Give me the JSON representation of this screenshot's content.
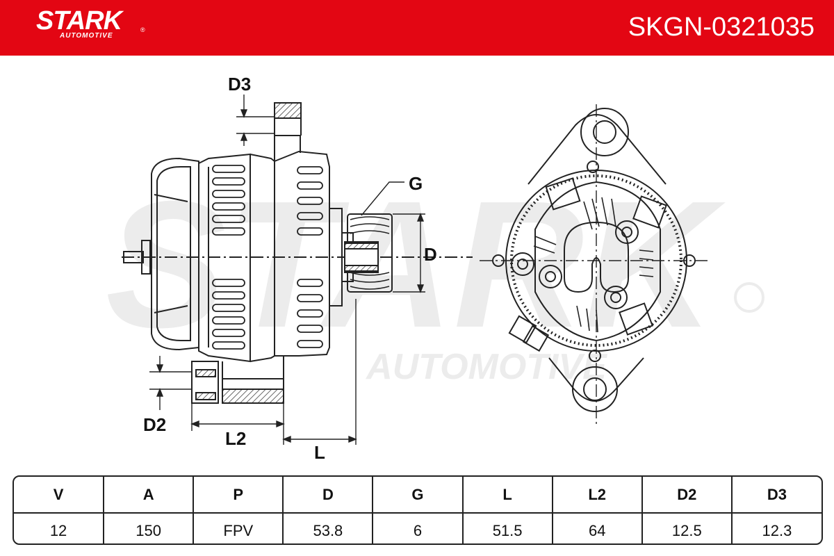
{
  "brand": {
    "name": "STARK",
    "sub": "AUTOMOTIVE",
    "reg": "®"
  },
  "part_number": "SKGN-0321035",
  "watermark": {
    "main": "STARK",
    "sub": "AUTOMOTIVE"
  },
  "dimension_labels": {
    "d3": "D3",
    "g": "G",
    "d": "D",
    "d2": "D2",
    "l2": "L2",
    "l": "L"
  },
  "colors": {
    "header": "#e30613",
    "line": "#222222",
    "watermark": "#ececec"
  },
  "specs": {
    "headers": [
      "V",
      "A",
      "P",
      "D",
      "G",
      "L",
      "L2",
      "D2",
      "D3"
    ],
    "values": [
      "12",
      "150",
      "FPV",
      "53.8",
      "6",
      "51.5",
      "64",
      "12.5",
      "12.3"
    ]
  }
}
